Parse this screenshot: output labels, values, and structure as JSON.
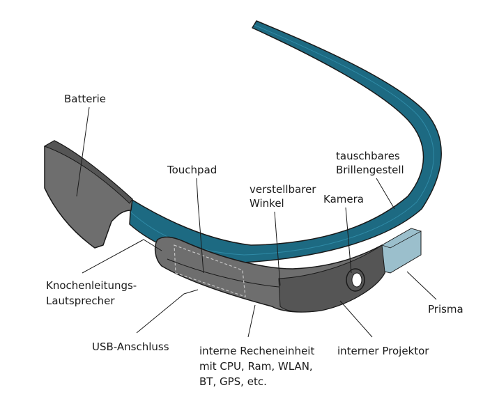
{
  "labels": {
    "battery": "Batterie",
    "touchpad": "Touchpad",
    "hinge_line1": "verstellbarer",
    "hinge_line2": "Winkel",
    "frame_line1": "tauschbares",
    "frame_line2": "Brillengestell",
    "camera": "Kamera",
    "bone_line1": "Knochenleitungs-",
    "bone_line2": "Lautsprecher",
    "prism": "Prisma",
    "usb": "USB-Anschluss",
    "cpu_line1": "interne Recheneinheit",
    "cpu_line2": "mit CPU, Ram, WLAN,",
    "cpu_line3": "BT, GPS, etc.",
    "projector": "interner Projektor"
  },
  "colors": {
    "frame": "#1d6a82",
    "frame_light": "#2f8aa6",
    "housing": "#6e6e6e",
    "housing_dark": "#555555",
    "prism": "#9bbfcc",
    "outline": "#1a1a1a",
    "touchpad_outline": "#c8c8c8"
  }
}
